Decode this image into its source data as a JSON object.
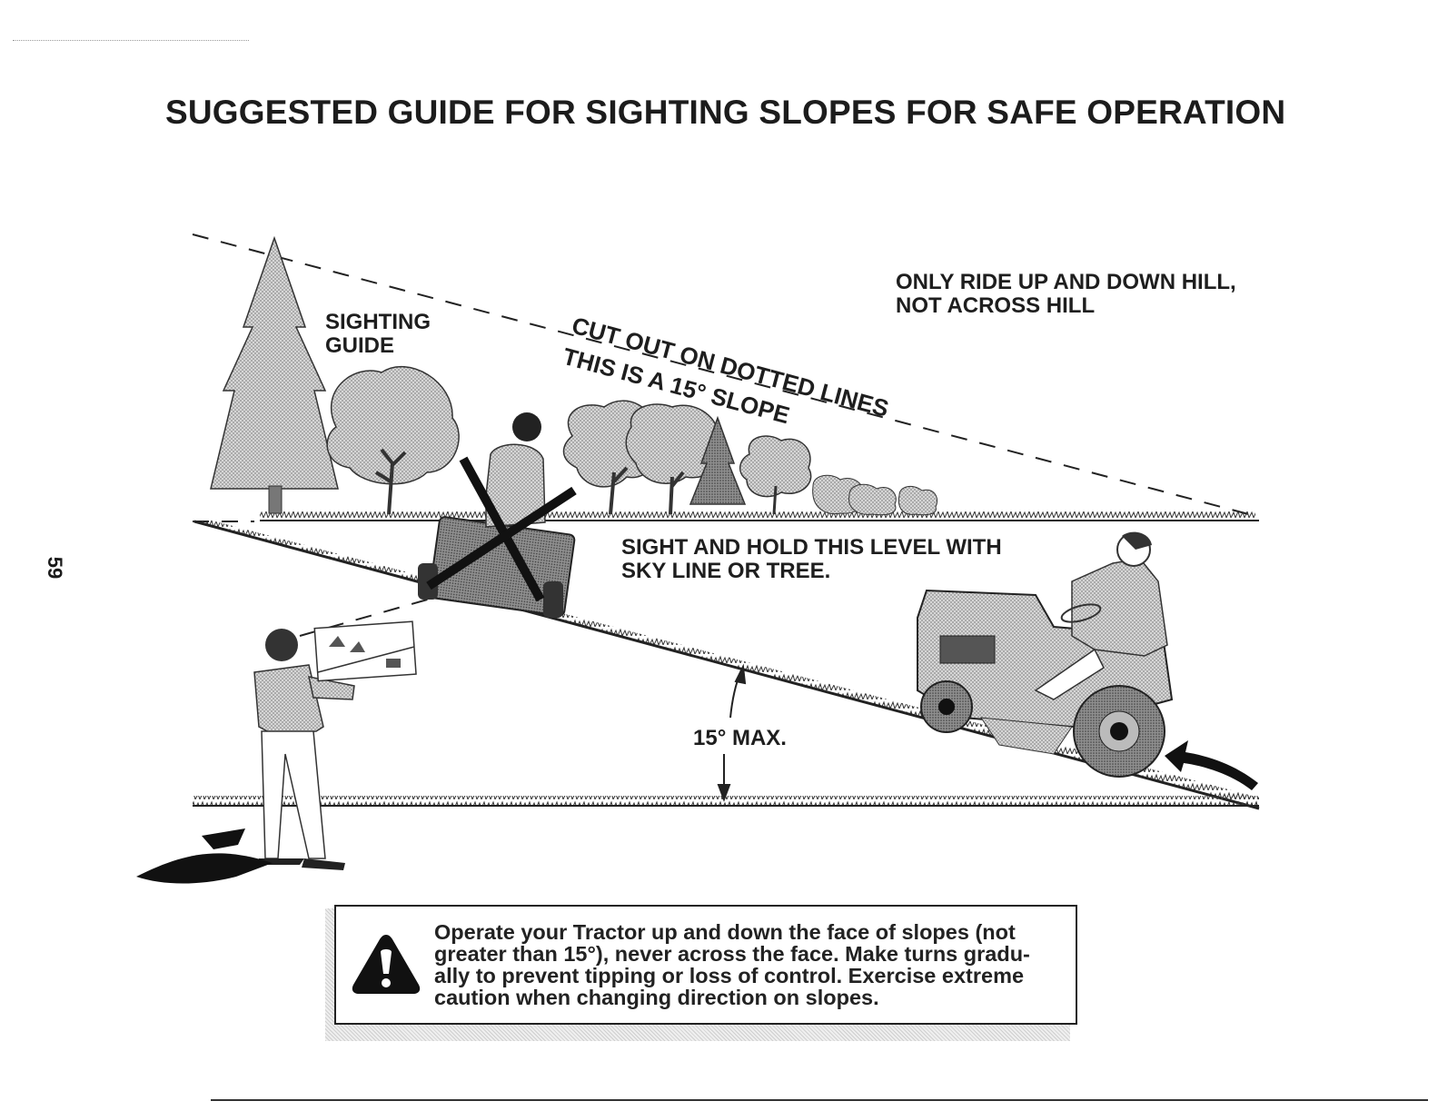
{
  "page": {
    "title": "SUGGESTED GUIDE FOR SIGHTING SLOPES FOR SAFE OPERATION",
    "page_number": "59"
  },
  "diagram": {
    "ride_label": [
      "ONLY RIDE UP AND DOWN HILL,",
      "NOT ACROSS HILL"
    ],
    "sighting_guide_label": [
      "SIGHTING",
      "GUIDE"
    ],
    "cut_out_label": "CUT OUT ON DOTTED LINES",
    "slope_label": "THIS IS A 15° SLOPE",
    "sight_hold_label": [
      "SIGHT AND HOLD THIS LEVEL WITH",
      "SKY LINE OR TREE."
    ],
    "max_angle_label": "15° MAX."
  },
  "warning": {
    "icon": "warning-triangle-icon",
    "lines": [
      "Operate your Tractor up and down the face of slopes (not",
      "greater than 15°), never across the face. Make turns gradu-",
      "ally to prevent tipping or loss of control. Exercise extreme",
      "caution when changing direction on slopes."
    ]
  },
  "colors": {
    "ink": "#1e1e1e",
    "shade": "#9a9a9a",
    "light_shade": "#c8c8c8"
  }
}
